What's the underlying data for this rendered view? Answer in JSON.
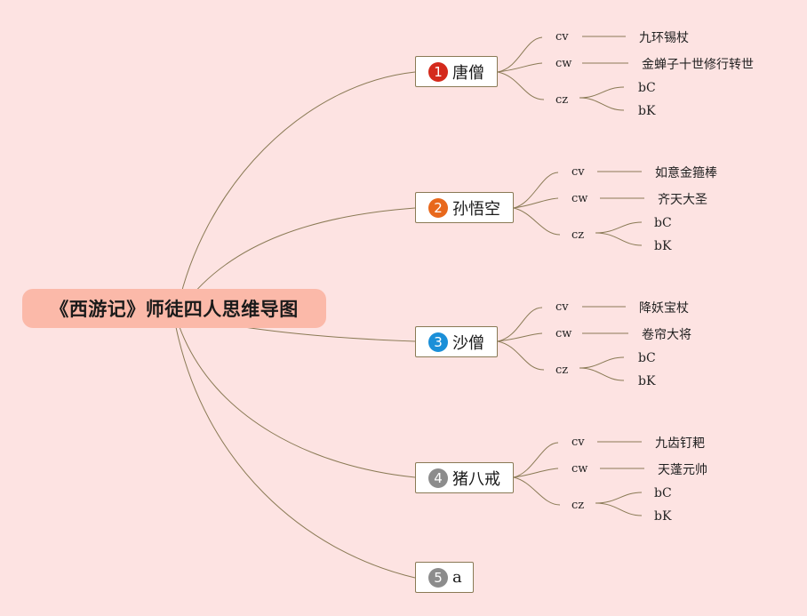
{
  "root": {
    "title": "《西游记》师徒四人思维导图"
  },
  "colors": {
    "background": "#fde3e2",
    "root_fill": "#fbb9a9",
    "line": "#8a7a55"
  },
  "characters": [
    {
      "num": "1",
      "name": "唐僧",
      "badge_color": "#d42a1c",
      "cv": {
        "label": "cv",
        "value": "九环锡杖"
      },
      "cw": {
        "label": "cw",
        "value": "金蝉子十世修行转世"
      },
      "cz": {
        "label": "cz",
        "items": [
          "bC",
          "bK"
        ]
      }
    },
    {
      "num": "2",
      "name": "孙悟空",
      "badge_color": "#e8681c",
      "cv": {
        "label": "cv",
        "value": "如意金箍棒"
      },
      "cw": {
        "label": "cw",
        "value": "齐天大圣"
      },
      "cz": {
        "label": "cz",
        "items": [
          "bC",
          "bK"
        ]
      }
    },
    {
      "num": "3",
      "name": "沙僧",
      "badge_color": "#1a8fd8",
      "cv": {
        "label": "cv",
        "value": "降妖宝杖"
      },
      "cw": {
        "label": "cw",
        "value": "卷帘大将"
      },
      "cz": {
        "label": "cz",
        "items": [
          "bC",
          "bK"
        ]
      }
    },
    {
      "num": "4",
      "name": "猪八戒",
      "badge_color": "#8c8c8c",
      "cv": {
        "label": "cv",
        "value": "九齿钉耙"
      },
      "cw": {
        "label": "cw",
        "value": "天蓬元帅"
      },
      "cz": {
        "label": "cz",
        "items": [
          "bC",
          "bK"
        ]
      }
    },
    {
      "num": "5",
      "name": "a",
      "badge_color": "#8c8c8c"
    }
  ]
}
